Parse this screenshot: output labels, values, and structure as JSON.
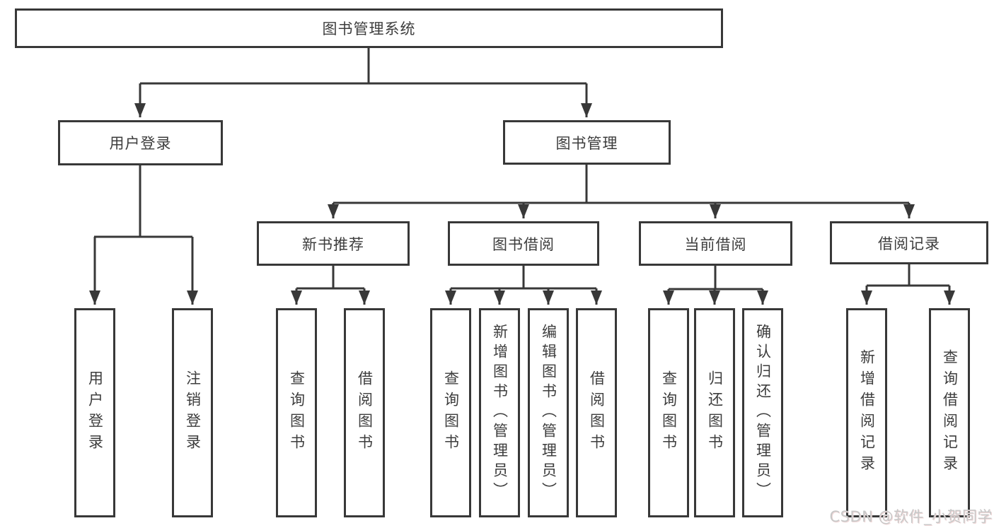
{
  "diagram": {
    "type": "hierarchy-tree",
    "title": "图书管理系统"
  },
  "nodes": {
    "root": {
      "label": "图书管理系统"
    },
    "user_login": {
      "label": "用户登录"
    },
    "book_mgmt": {
      "label": "图书管理"
    },
    "new_book_rec": {
      "label": "新书推荐"
    },
    "book_borrow": {
      "label": "图书借阅"
    },
    "current_borrow": {
      "label": "当前借阅"
    },
    "borrow_record": {
      "label": "借阅记录"
    }
  },
  "leaves": {
    "user_login": [
      "用户登录",
      "注销登录"
    ],
    "new_book_rec": [
      "查询图书",
      "借阅图书"
    ],
    "book_borrow": [
      "查询图书",
      "新增图书（管理员）",
      "编辑图书（管理员）",
      "借阅图书"
    ],
    "current_borrow": [
      "查询图书",
      "归还图书",
      "确认归还（管理员）"
    ],
    "borrow_record": [
      "新增借阅记录",
      "查询借阅记录"
    ]
  },
  "watermark": "CSDN @软件_小贺同学",
  "colors": {
    "line": "#383838",
    "box_border": "#383838",
    "text": "#3d3d3d",
    "watermark": "#c8c8c8",
    "background": "#ffffff"
  }
}
